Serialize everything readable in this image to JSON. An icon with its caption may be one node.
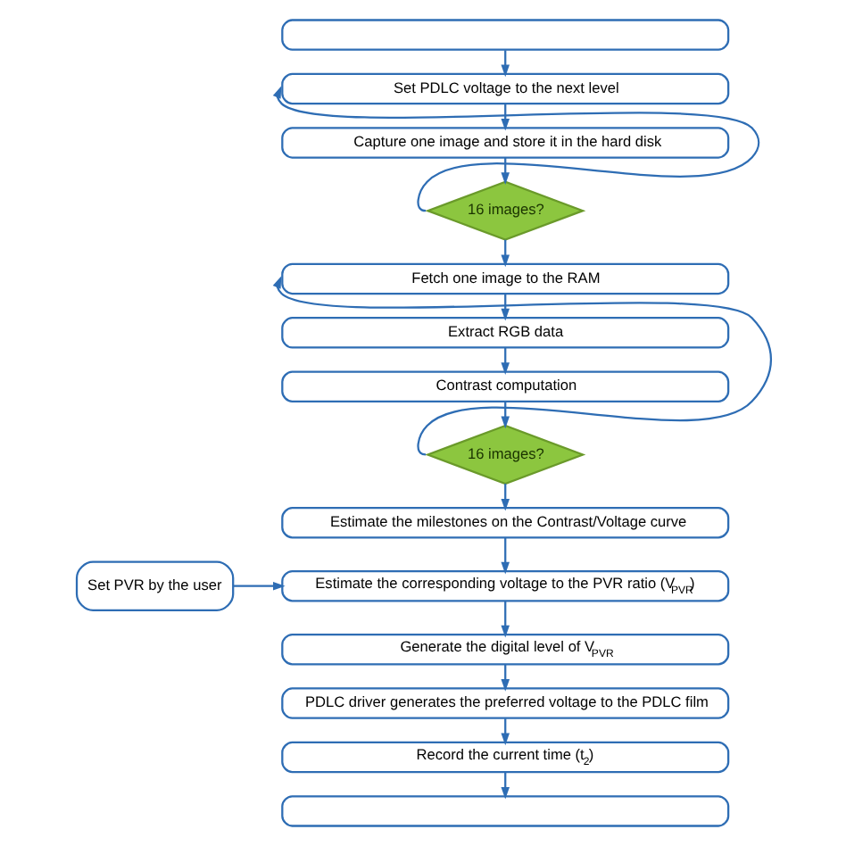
{
  "diagram": {
    "nodes": [
      {
        "text": [],
        "shape": "box"
      },
      {
        "text": [
          "Set PDLC voltage to the next level"
        ]
      },
      {
        "text": [
          "Capture one image and store it in the hard disk"
        ]
      },
      {
        "text": [
          "16 images?"
        ]
      },
      {
        "text": [
          "Fetch one image to the RAM"
        ]
      },
      {
        "text": [
          "Extract RGB data"
        ]
      },
      {
        "text": [
          "Contrast computation"
        ]
      },
      {
        "text": [
          "16 images?"
        ]
      },
      {
        "text": [
          "Estimate the milestones on the Contrast/Voltage curve"
        ]
      },
      {
        "text": [
          "Set PVR by the user"
        ]
      },
      {
        "text": [
          "Estimate the corresponding voltage to the PVR ratio (V$_{PVR}$)"
        ]
      },
      {
        "text": [
          "Generate the digital level of V$_{PVR}$"
        ]
      },
      {
        "text": [
          "PDLC driver generates the preferred voltage to the PDLC film"
        ]
      },
      {
        "text": [
          "Record the current time (t$_{2}$)"
        ]
      },
      {
        "text": [],
        "shape": "box"
      }
    ],
    "edges": [
      {
        "from": 0,
        "to": 1,
        "arrow": "to"
      },
      {
        "from": 1,
        "to": 2,
        "arrow": "to"
      },
      {
        "from": 2,
        "to": 3,
        "arrow": "to"
      },
      {
        "from": 3,
        "to": 1,
        "arrow": "to"
      },
      {
        "from": 3,
        "to": 4,
        "arrow": "to"
      },
      {
        "from": 4,
        "to": 5,
        "arrow": "to"
      },
      {
        "from": 5,
        "to": 6,
        "arrow": "to"
      },
      {
        "from": 6,
        "to": 7,
        "arrow": "to"
      },
      {
        "from": 7,
        "to": 4,
        "arrow": "to"
      },
      {
        "from": 7,
        "to": 8,
        "arrow": "to"
      },
      {
        "from": 8,
        "to": 10,
        "arrow": "to"
      },
      {
        "from": 9,
        "to": 10,
        "arrow": "to"
      },
      {
        "from": 10,
        "to": 11,
        "arrow": "to"
      },
      {
        "from": 11,
        "to": 12,
        "arrow": "to"
      },
      {
        "from": 12,
        "to": 13,
        "arrow": "to"
      },
      {
        "from": 13,
        "to": 14,
        "arrow": "to"
      }
    ]
  }
}
